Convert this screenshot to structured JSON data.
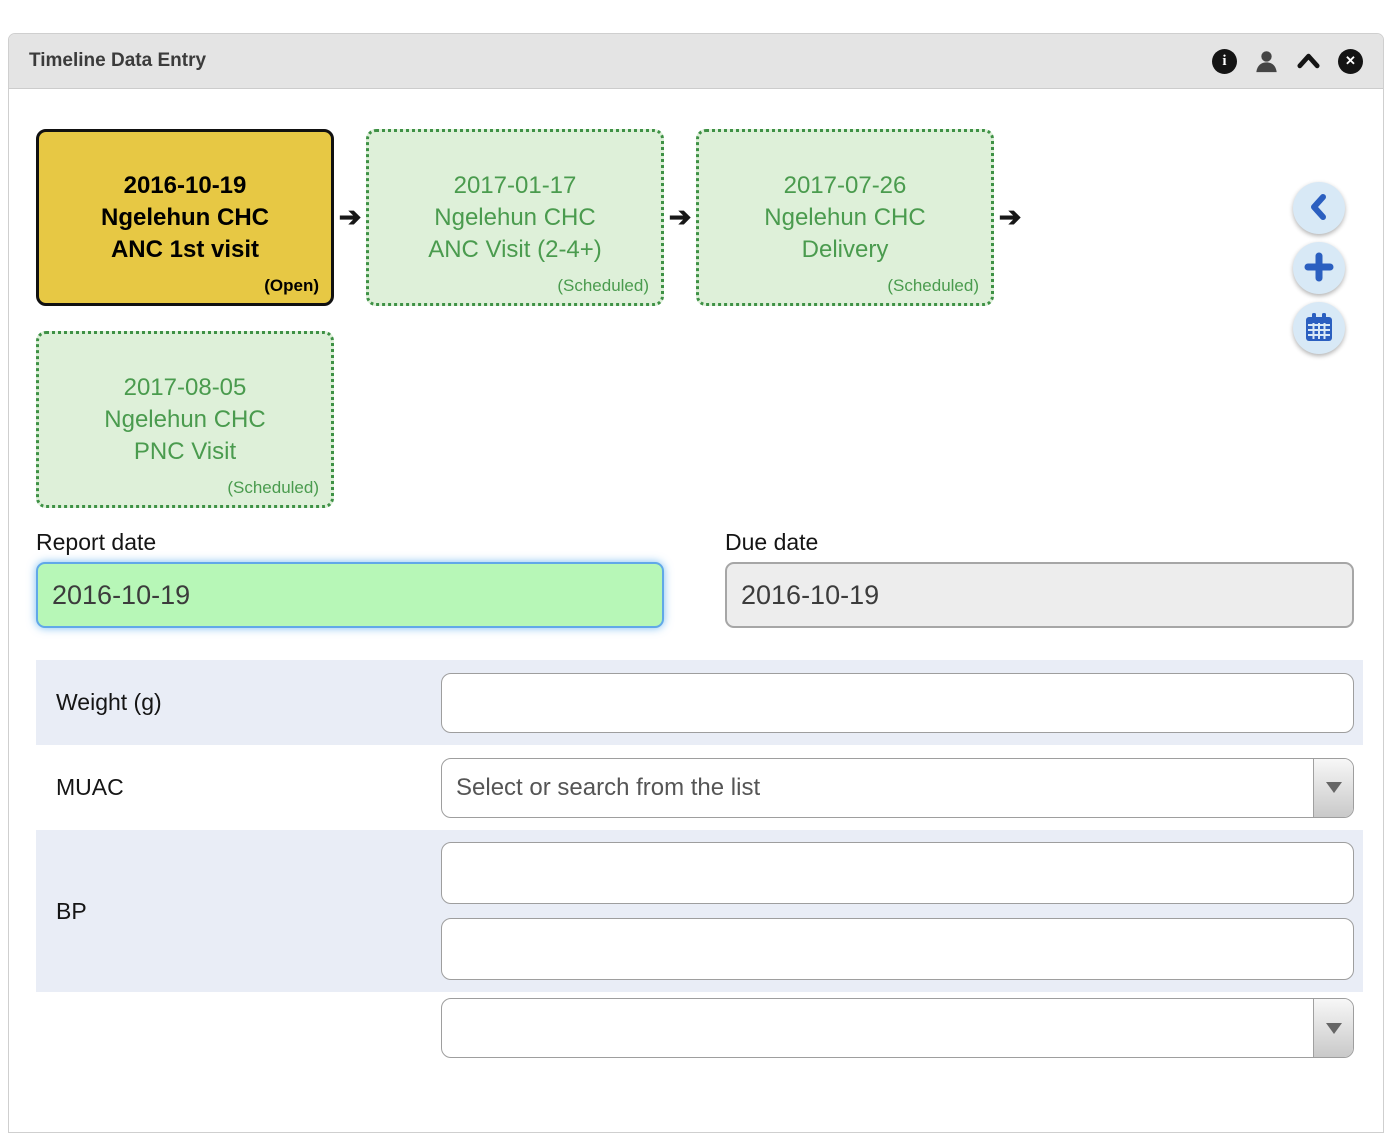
{
  "window": {
    "title": "Timeline Data Entry"
  },
  "timeline": {
    "arrow_glyph": "➔",
    "events": [
      {
        "date": "2016-10-19",
        "org_unit": "Ngelehun CHC",
        "stage": "ANC 1st visit",
        "status": "(Open)",
        "state": "open"
      },
      {
        "date": "2017-01-17",
        "org_unit": "Ngelehun CHC",
        "stage": "ANC Visit (2-4+)",
        "status": "(Scheduled)",
        "state": "scheduled"
      },
      {
        "date": "2017-07-26",
        "org_unit": "Ngelehun CHC",
        "stage": "Delivery",
        "status": "(Scheduled)",
        "state": "scheduled"
      },
      {
        "date": "2017-08-05",
        "org_unit": "Ngelehun CHC",
        "stage": "PNC Visit",
        "status": "(Scheduled)",
        "state": "scheduled"
      }
    ]
  },
  "dates": {
    "report": {
      "label": "Report date",
      "value": "2016-10-19"
    },
    "due": {
      "label": "Due date",
      "value": "2016-10-19"
    }
  },
  "form": {
    "rows": [
      {
        "label": "Weight (g)",
        "type": "text",
        "value": ""
      },
      {
        "label": "MUAC",
        "type": "select",
        "placeholder": "Select or search from the list"
      },
      {
        "label": "BP",
        "type": "text-pair",
        "values": [
          "",
          ""
        ]
      },
      {
        "label": "",
        "type": "select",
        "placeholder": ""
      }
    ]
  },
  "colors": {
    "header_bg": "#e4e4e4",
    "open_card_bg": "#e7c844",
    "scheduled_card_bg": "#def0d9",
    "scheduled_card_text": "#4a9b4e",
    "side_button_bg": "#d8e9f6",
    "side_button_icon": "#2b5fc0",
    "report_input_bg": "#b7f7b7",
    "focus_border": "#61a8e8",
    "due_input_bg": "#ededed",
    "row_alt_bg": "#e9edf6"
  }
}
